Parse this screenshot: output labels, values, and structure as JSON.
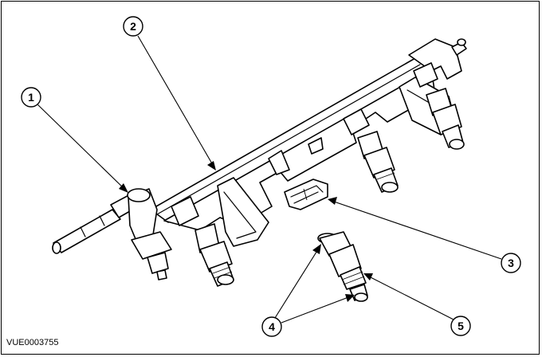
{
  "figure": {
    "reference_code": "VUE0003755",
    "callouts": [
      {
        "number": "1"
      },
      {
        "number": "2"
      },
      {
        "number": "3"
      },
      {
        "number": "4"
      },
      {
        "number": "5"
      }
    ]
  }
}
